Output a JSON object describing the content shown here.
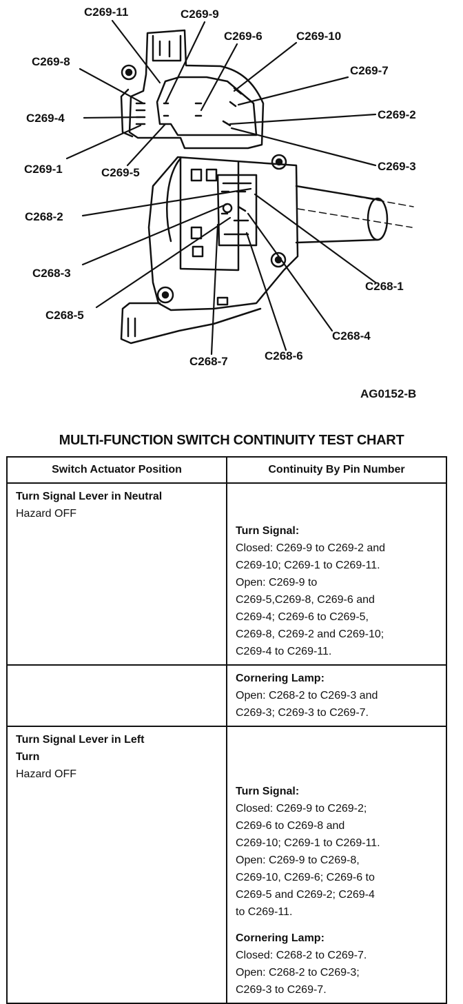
{
  "diagram": {
    "callouts": {
      "c269_11": "C269-11",
      "c269_9": "C269-9",
      "c269_6": "C269-6",
      "c269_10": "C269-10",
      "c269_8": "C269-8",
      "c269_7": "C269-7",
      "c269_4": "C269-4",
      "c269_2": "C269-2",
      "c269_1": "C269-1",
      "c269_5": "C269-5",
      "c269_3": "C269-3",
      "c268_2": "C268-2",
      "c268_3": "C268-3",
      "c268_1": "C268-1",
      "c268_5": "C268-5",
      "c268_4": "C268-4",
      "c268_7": "C268-7",
      "c268_6": "C268-6"
    },
    "figure_id": "AG0152-B"
  },
  "chart": {
    "title": "MULTI-FUNCTION SWITCH CONTINUITY TEST CHART",
    "headers": [
      "Switch Actuator Position",
      "Continuity By Pin Number"
    ],
    "rows": [
      {
        "position": "Turn Signal Lever in Neutral",
        "hazard": "Hazard OFF",
        "label": "Turn Signal:",
        "lines": [
          "Closed: C269-9 to C269-2 and",
          "C269-10; C269-1 to C269-11.",
          "Open: C269-9 to",
          "C269-5,C269-8, C269-6 and",
          "C269-4; C269-6 to C269-5,",
          "C269-8, C269-2 and C269-10;",
          "C269-4 to C269-11."
        ]
      },
      {
        "label": "Cornering Lamp:",
        "lines": [
          "Open: C268-2 to C269-3 and",
          "C269-3; C269-3 to C269-7."
        ]
      },
      {
        "position_line1": "Turn Signal Lever in Left",
        "position_line2": "Turn",
        "hazard": "Hazard OFF",
        "label": "Turn Signal:",
        "lines": [
          "Closed: C269-9 to C269-2;",
          "C269-6 to C269-8 and",
          "C269-10; C269-1 to C269-11.",
          "Open: C269-9 to C269-8,",
          "C269-10, C269-6; C269-6 to",
          "C269-5 and C269-2; C269-4",
          "to C269-11."
        ],
        "label2": "Cornering Lamp:",
        "lines2": [
          "Closed: C268-2 to C269-7.",
          "Open: C268-2 to C269-3;",
          "C269-3 to C269-7."
        ]
      }
    ]
  }
}
